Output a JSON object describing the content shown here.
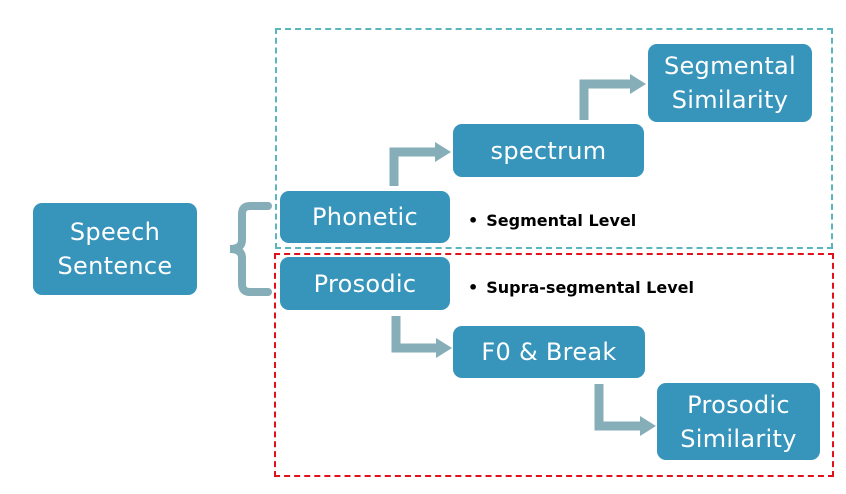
{
  "diagram": {
    "root": {
      "label_line1": "Speech",
      "label_line2": "Sentence"
    },
    "branches": [
      {
        "id": "phonetic",
        "label": "Phonetic",
        "level_note": "Segmental Level",
        "group_color": "#5bb5bd",
        "steps": [
          {
            "label": "spectrum"
          },
          {
            "label_line1": "Segmental",
            "label_line2": "Similarity"
          }
        ]
      },
      {
        "id": "prosodic",
        "label": "Prosodic",
        "level_note": "Supra-segmental Level",
        "group_color": "#e3101a",
        "steps": [
          {
            "label": "F0 & Break"
          },
          {
            "label_line1": "Prosodic",
            "label_line2": "Similarity"
          }
        ]
      }
    ],
    "bullet_glyph": "•",
    "colors": {
      "node": "#3794bb",
      "arrow": "#86aeb8",
      "node_text": "#ffffff"
    }
  }
}
